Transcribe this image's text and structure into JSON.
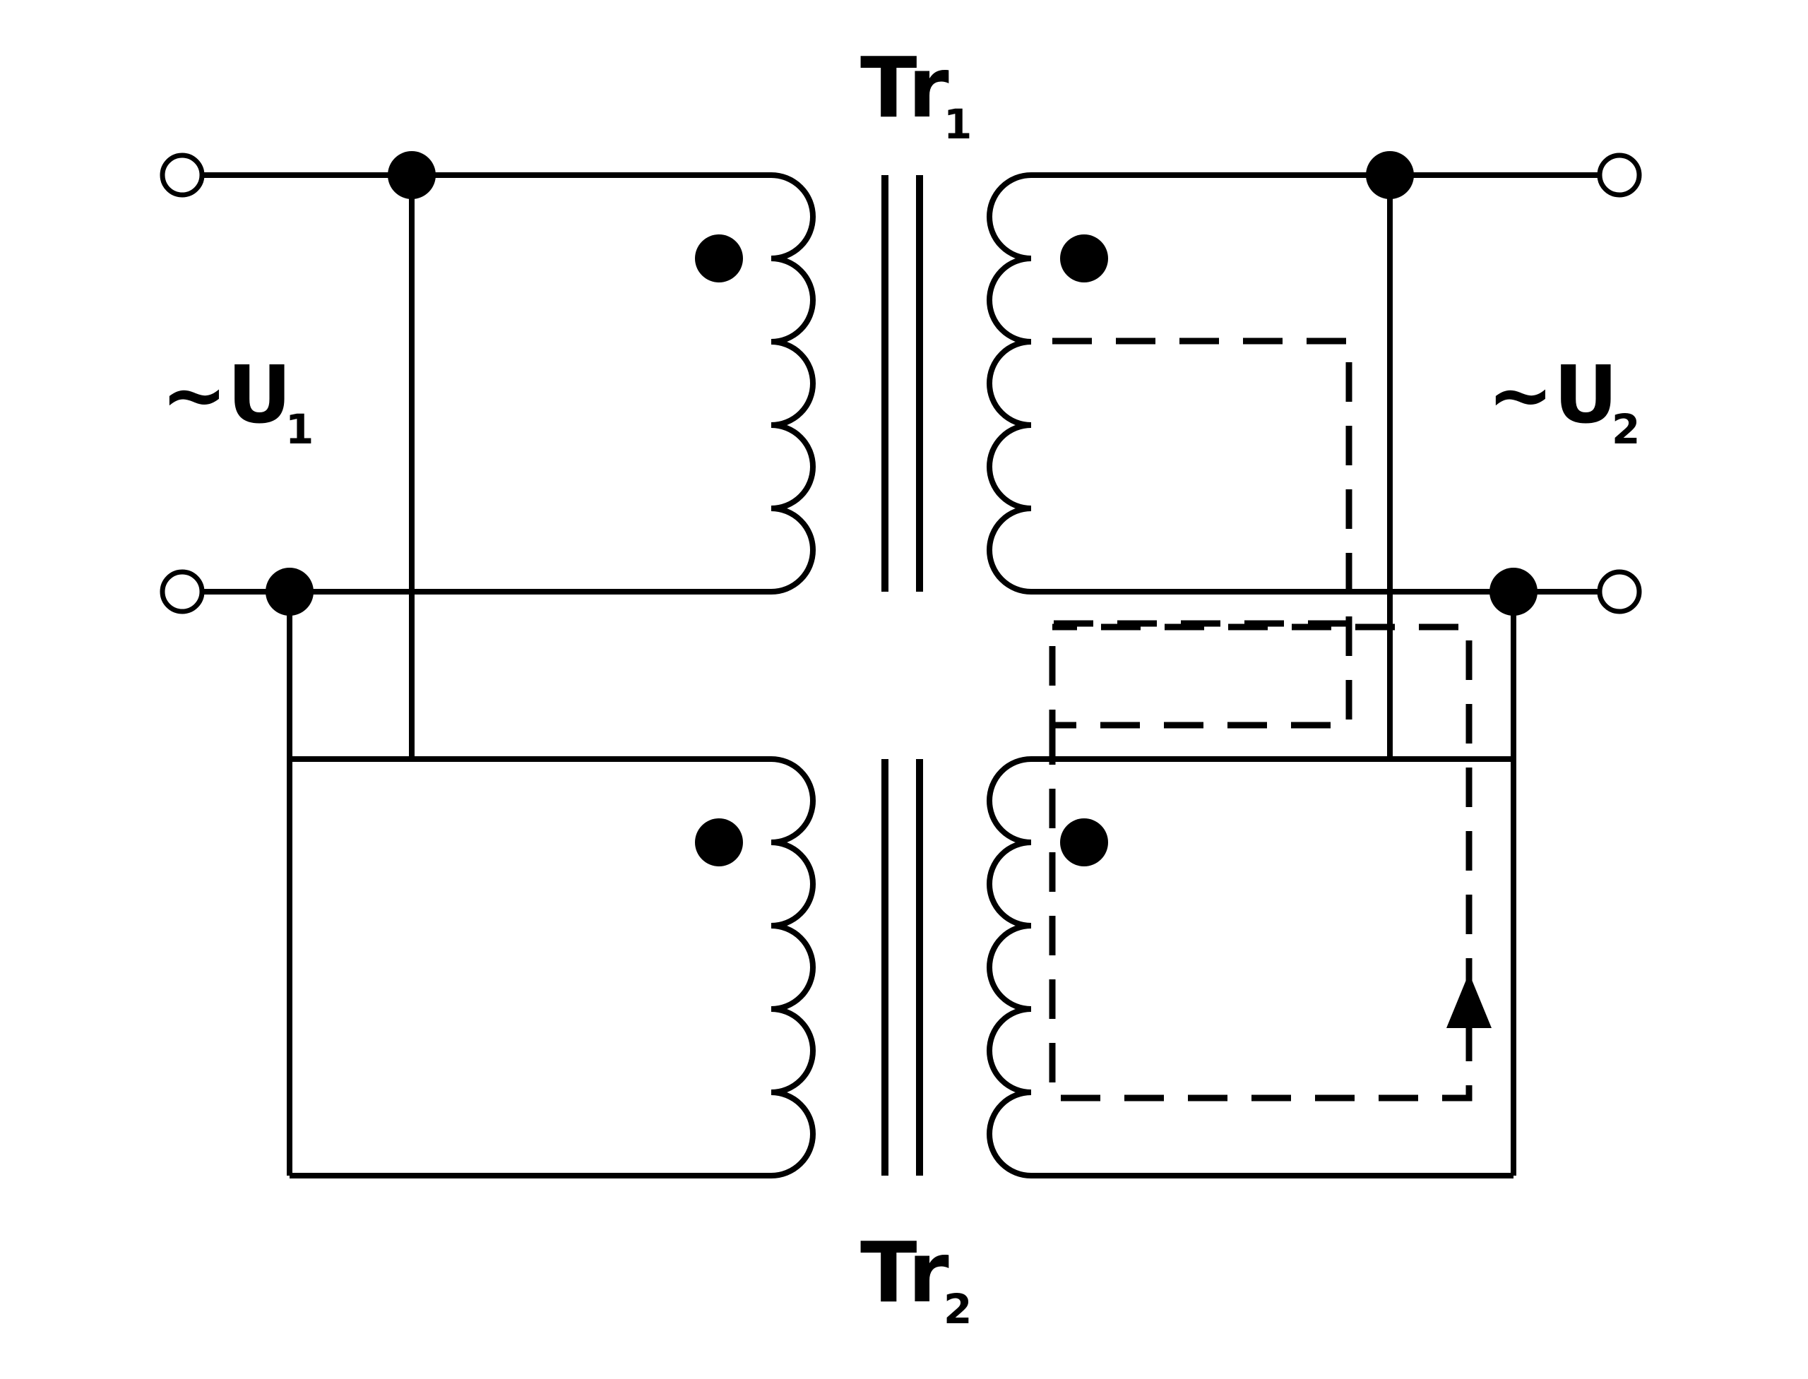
{
  "labels": {
    "tr1": {
      "main": "Tr",
      "sub": "1"
    },
    "tr2": {
      "main": "Tr",
      "sub": "2"
    },
    "u1": {
      "main": "~U",
      "sub": "1"
    },
    "u2": {
      "main": "~U",
      "sub": "2"
    }
  },
  "colors": {
    "stroke": "#000000",
    "background": "#ffffff"
  }
}
